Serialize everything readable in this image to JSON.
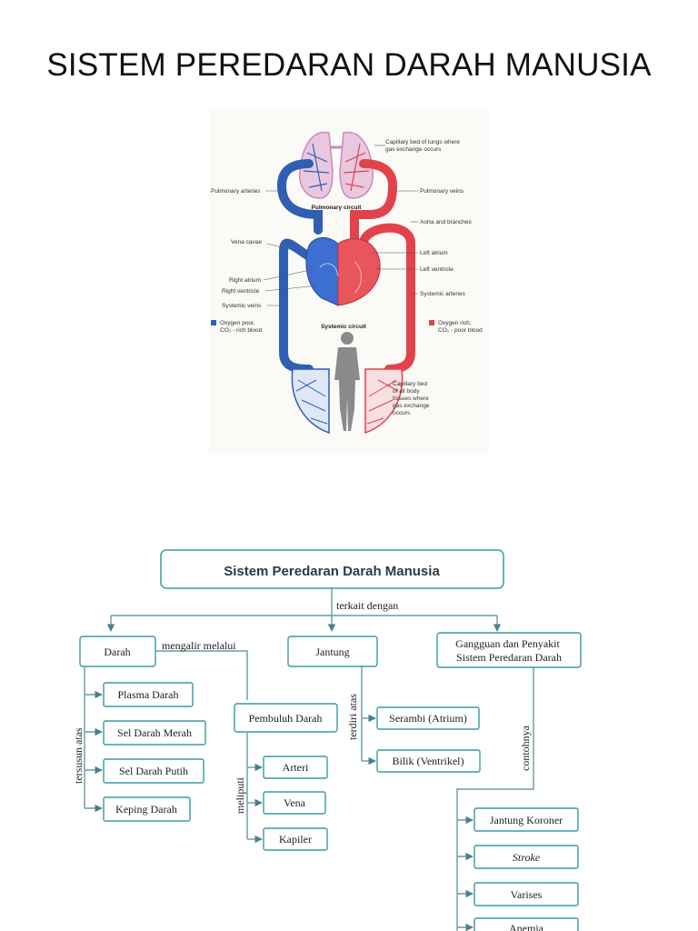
{
  "slide": {
    "title": "SISTEM PEREDARAN DARAH MANUSIA"
  },
  "figure": {
    "labels": {
      "capillary_lungs": [
        "Capillary bed of lungs where",
        "gas exchange occurs"
      ],
      "pulmonary_arteries": "Pulmonary arteries",
      "pulmonary_veins": "Pulmonary veins",
      "pulmonary_circuit": "Pulmonary circuit",
      "aorta": "Aorta and branches",
      "vena_cavae": "Vena cavae",
      "left_atrium": "Left atrium",
      "left_ventricle": "Left ventricle",
      "right_atrium": "Right atrium",
      "right_ventricle": "Right ventricle",
      "systemic_arteries": "Systemic arteries",
      "systemic_veins": "Systemic veins",
      "systemic_circuit": "Systemic circuit",
      "oxygen_poor": [
        "Oxygen poor,",
        "CO₂ - rich blood"
      ],
      "oxygen_rich": [
        "Oxygen rich,",
        "CO₂ - poor blood"
      ],
      "capillary_body": [
        "Capillary bed",
        "of all body",
        "tissues where",
        "gas exchange",
        "occurs"
      ]
    },
    "colors": {
      "oxygen_poor": "#2f5fb3",
      "oxygen_rich": "#e2434b",
      "lungs": "#c98ab8"
    }
  },
  "concept_map": {
    "title": "Sistem Peredaran Darah Manusia",
    "link_top": "terkait dengan",
    "darah": "Darah",
    "jantung": "Jantung",
    "gangguan": [
      "Gangguan dan Penyakit",
      "Sistem Peredaran Darah"
    ],
    "link_mengalir": "mengalir melalui",
    "link_tersusun": "tersusun atas",
    "link_terdiri": "terdiri atas",
    "link_contohnya": "contohnya",
    "link_meliputi": "meliputi",
    "darah_items": [
      "Plasma Darah",
      "Sel Darah Merah",
      "Sel Darah Putih",
      "Keping Darah"
    ],
    "pembuluh": "Pembuluh Darah",
    "pembuluh_items": [
      "Arteri",
      "Vena",
      "Kapiler"
    ],
    "jantung_items": [
      "Serambi (Atrium)",
      "Bilik (Ventrikel)"
    ],
    "penyakit_items": [
      "Jantung Koroner",
      "Stroke",
      "Varises",
      "Anemia"
    ],
    "colors": {
      "box_border": "#3a9aa3",
      "line": "#6a9aa8",
      "title_text": "#2a3a4a"
    }
  }
}
